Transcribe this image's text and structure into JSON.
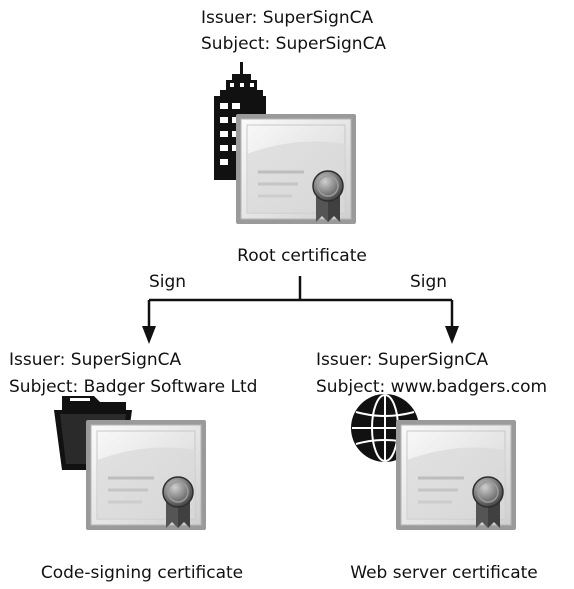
{
  "root": {
    "issuer": "Issuer: SuperSignCA",
    "subject": "Subject: SuperSignCA",
    "caption": "Root certificate",
    "icon": "building-icon"
  },
  "arrows": {
    "left_label": "Sign",
    "right_label": "Sign"
  },
  "code_signing": {
    "issuer": "Issuer: SuperSignCA",
    "subject": "Subject: Badger Software Ltd",
    "caption": "Code-signing certificate",
    "icon": "folder-icon"
  },
  "web_server": {
    "issuer": "Issuer: SuperSignCA",
    "subject": "Subject: www.badgers.com",
    "caption": "Web server certificate",
    "icon": "globe-icon"
  }
}
